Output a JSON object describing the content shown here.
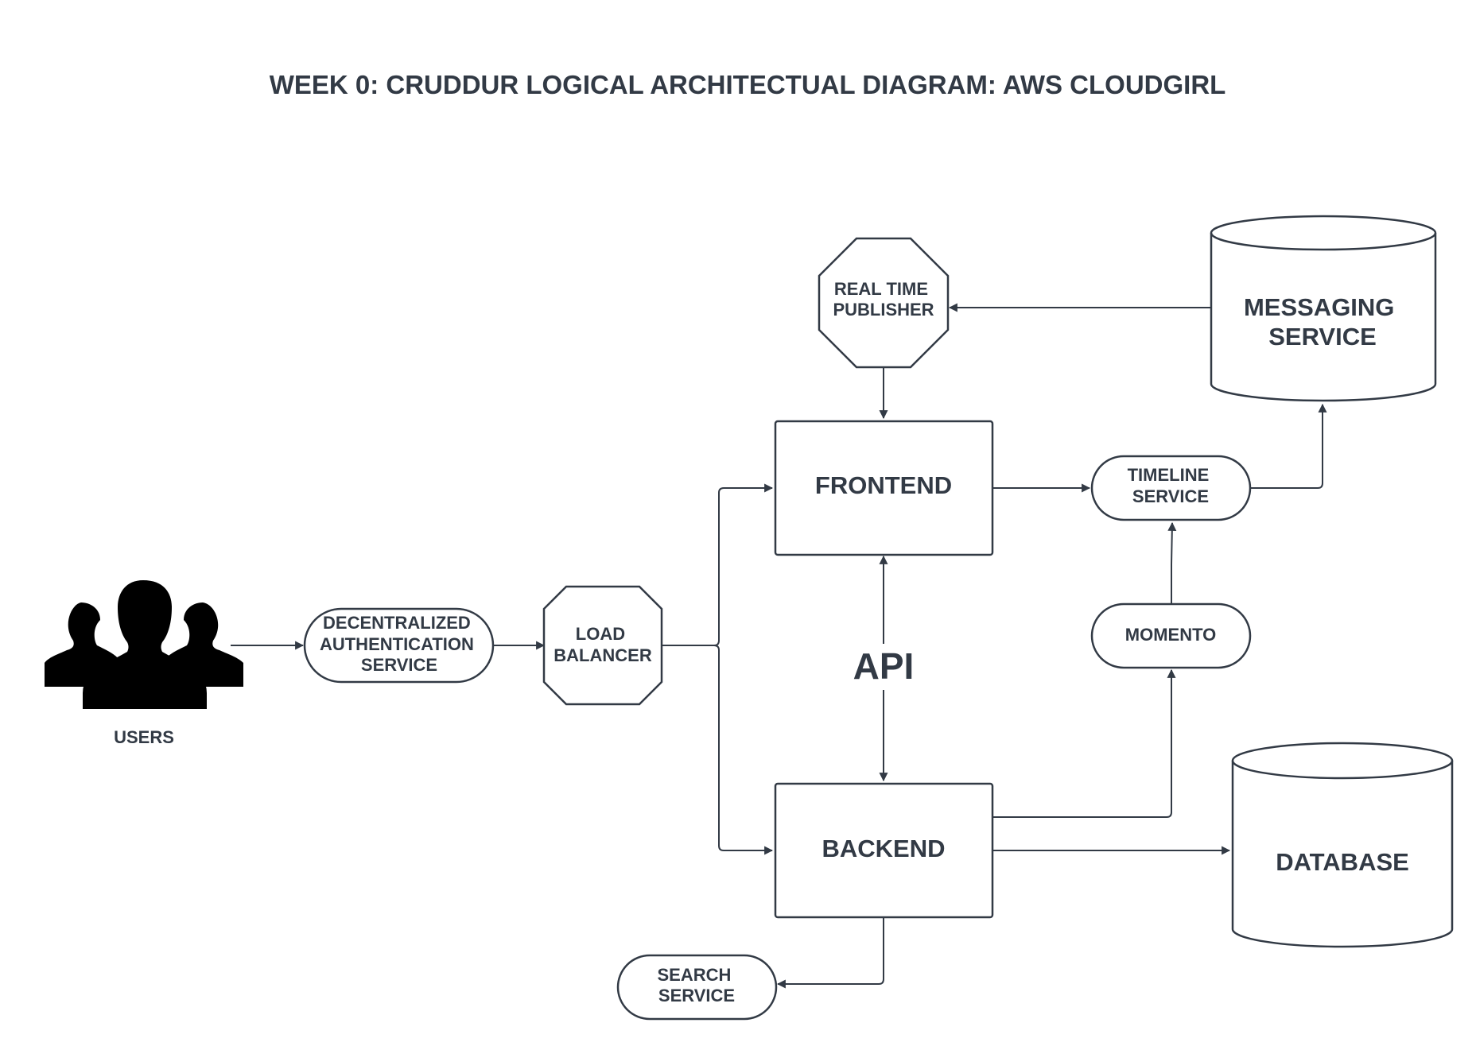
{
  "title": "WEEK 0: CRUDDUR LOGICAL ARCHITECTUAL DIAGRAM: AWS CLOUDGIRL",
  "colors": {
    "stroke": "#323a45",
    "text": "#323a45",
    "fill": "#ffffff",
    "users_icon": "#000000"
  },
  "nodes": {
    "users": {
      "icon": "users-group-icon",
      "label": "USERS"
    },
    "auth": {
      "label": [
        "DECENTRALIZED",
        "AUTHENTICATION",
        "SERVICE"
      ]
    },
    "load_balancer": {
      "label": [
        "LOAD",
        "BALANCER"
      ]
    },
    "realtime_publisher": {
      "label": [
        "REAL TIME",
        "PUBLISHER"
      ]
    },
    "frontend": {
      "label": "FRONTEND"
    },
    "backend": {
      "label": "BACKEND"
    },
    "api": {
      "label": "API"
    },
    "timeline": {
      "label": [
        "TIMELINE",
        "SERVICE"
      ]
    },
    "momento": {
      "label": "MOMENTO"
    },
    "messaging": {
      "label": [
        "MESSAGING",
        "SERVICE"
      ]
    },
    "database": {
      "label": "DATABASE"
    },
    "search": {
      "label": [
        "SEARCH",
        "SERVICE"
      ]
    }
  }
}
